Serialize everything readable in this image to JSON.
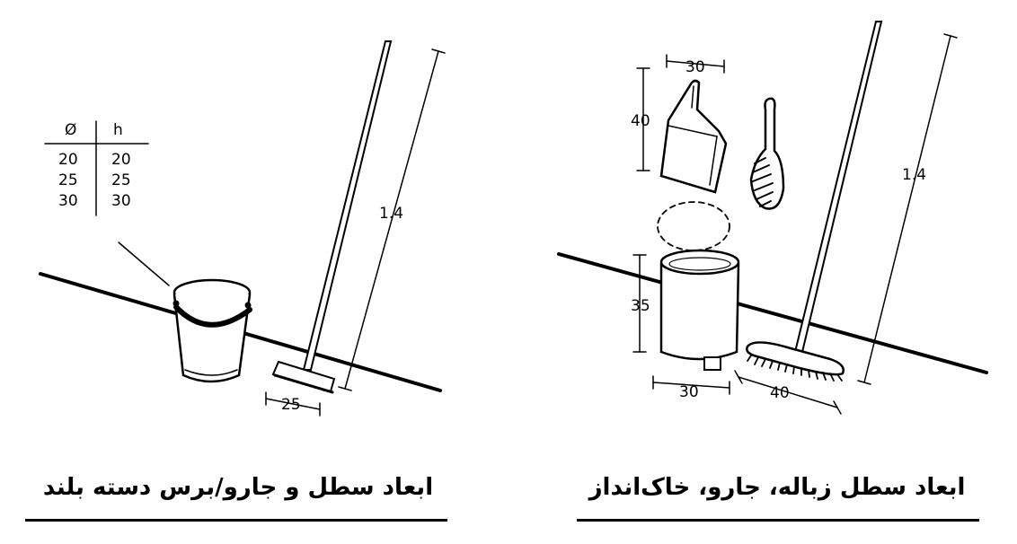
{
  "left_panel": {
    "title": "ابعاد سطل و جارو/برس دسته بلند",
    "table": {
      "headers": [
        "Ø",
        "h"
      ],
      "rows": [
        [
          "20",
          "20"
        ],
        [
          "25",
          "25"
        ],
        [
          "30",
          "30"
        ]
      ]
    },
    "dimensions": {
      "handle_length": "1.4",
      "broom_width": "25"
    }
  },
  "right_panel": {
    "title": "ابعاد سطل زباله، جارو، خاک‌انداز",
    "dimensions": {
      "dustpan_width": "30",
      "dustpan_height": "40",
      "bin_height": "35",
      "bin_width": "30",
      "broom_width": "40",
      "handle_length": "1.4"
    }
  }
}
